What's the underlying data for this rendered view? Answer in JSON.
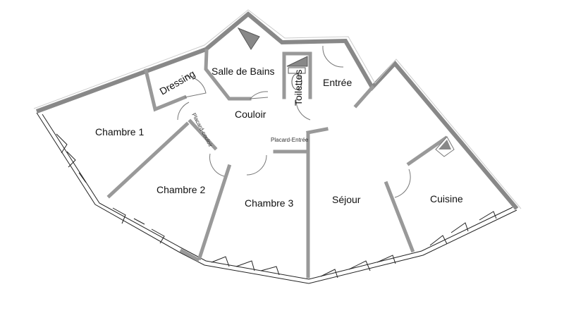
{
  "floorplan": {
    "rooms": {
      "dressing": "Dressing",
      "salle_de_bains": "Salle de Bains",
      "toilettes": "Toilettes",
      "entree": "Entrée",
      "couloir": "Couloir",
      "chambre1": "Chambre 1",
      "placard_couloir": "Placard-couloir",
      "placard_entree": "Placard-Entrée",
      "chambre2": "Chambre 2",
      "chambre3": "Chambre 3",
      "sejour": "Séjour",
      "cuisine": "Cuisine"
    },
    "colors": {
      "wall": "#999999",
      "text": "#111111",
      "background": "#ffffff"
    }
  }
}
